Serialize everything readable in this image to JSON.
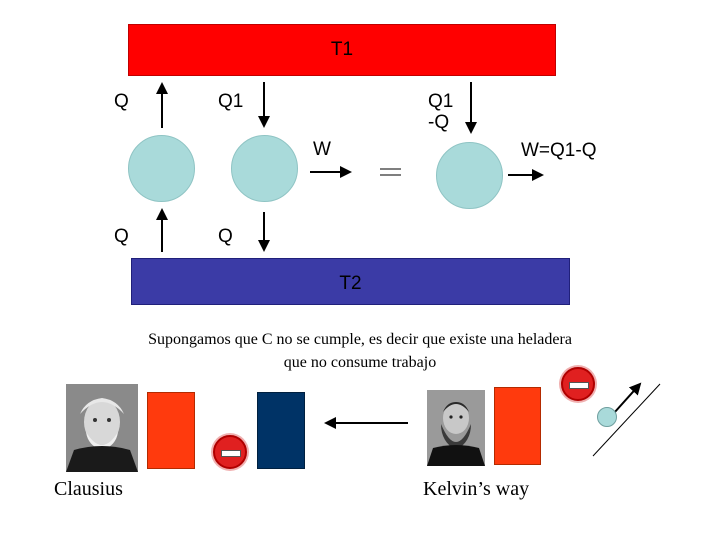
{
  "hot_reservoir": {
    "label": "T1",
    "color": "#ff0000"
  },
  "cold_reservoir": {
    "label": "T2",
    "color": "#3b3ba6"
  },
  "engine_left": {
    "top_label": "Q",
    "bottom_label": "Q"
  },
  "engine_middle": {
    "top_label": "Q1",
    "bottom_label": "Q",
    "work_label": "W"
  },
  "equivalence_sign": "=",
  "engine_right": {
    "top_label_line1": "Q1",
    "top_label_line2": "-Q",
    "work_label": "W=Q1-Q"
  },
  "caption": {
    "line1": "Supongamos que C no se cumple, es decir que existe una heladera",
    "line2": "que no consume trabajo"
  },
  "bottom": {
    "left_name": "Clausius",
    "right_name": "Kelvin’s way"
  },
  "colors": {
    "circle": "#a9dada",
    "block_red": "#ff3a0d",
    "block_navy": "#003366",
    "no_entry": "#e02020"
  }
}
